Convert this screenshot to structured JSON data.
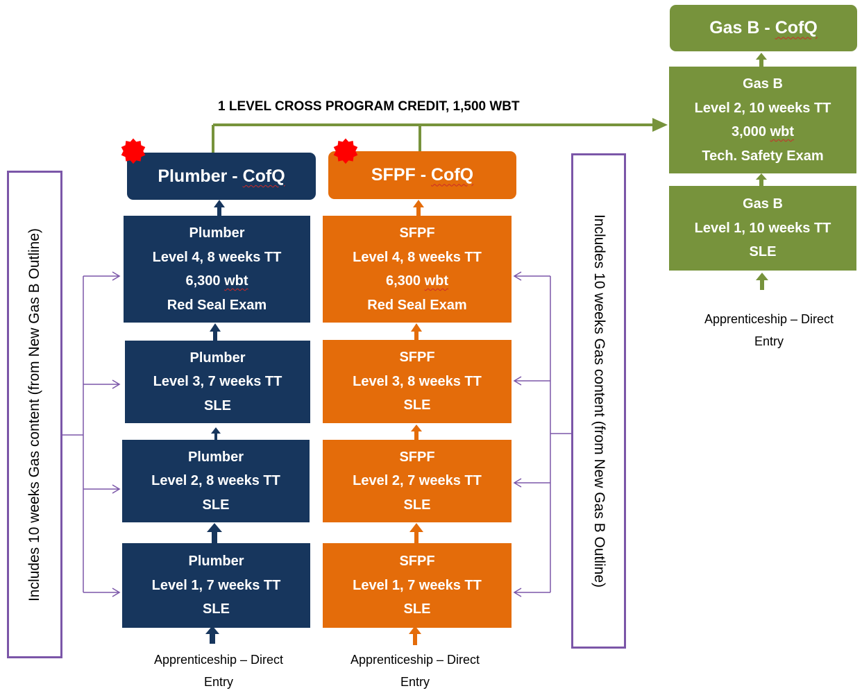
{
  "gas_b": {
    "cofq": {
      "name": "Gas B",
      "suffix": "CofQ"
    },
    "level2": {
      "l1": "Gas B",
      "l2": "Level 2, 10 weeks TT",
      "l3_num": "3,000",
      "l3_unit": "wbt",
      "l4": "Tech. Safety Exam"
    },
    "level1": {
      "l1": "Gas B",
      "l2": "Level 1, 10 weeks TT",
      "l3": "SLE"
    },
    "entry": {
      "l1": "Apprenticeship – Direct",
      "l2": "Entry"
    }
  },
  "cross_credit": "1 LEVEL CROSS PROGRAM CREDIT, 1,500  WBT",
  "plumber": {
    "cofq": {
      "name": "Plumber",
      "suffix": "CofQ"
    },
    "level4": {
      "l1": "Plumber",
      "l2": "Level 4, 8 weeks TT",
      "l3_num": "6,300",
      "l3_unit": "wbt",
      "l4": "Red Seal Exam"
    },
    "level3": {
      "l1": "Plumber",
      "l2": "Level 3, 7 weeks TT",
      "l3": "SLE"
    },
    "level2": {
      "l1": "Plumber",
      "l2": "Level 2, 8 weeks TT",
      "l3": "SLE"
    },
    "level1": {
      "l1": "Plumber",
      "l2": "Level 1, 7 weeks TT",
      "l3": "SLE"
    },
    "entry": {
      "l1": "Apprenticeship – Direct",
      "l2": "Entry"
    }
  },
  "sfpf": {
    "cofq": {
      "name": "SFPF",
      "suffix": "CofQ"
    },
    "level4": {
      "l1": "SFPF",
      "l2": "Level 4, 8 weeks TT",
      "l3_num": "6,300",
      "l3_unit": "wbt",
      "l4": "Red Seal Exam"
    },
    "level3": {
      "l1": "SFPF",
      "l2": "Level 3, 8 weeks TT",
      "l3": "SLE"
    },
    "level2": {
      "l1": "SFPF",
      "l2": "Level 2, 7 weeks TT",
      "l3": "SLE"
    },
    "level1": {
      "l1": "SFPF",
      "l2": "Level 1, 7 weeks TT",
      "l3": "SLE"
    },
    "entry": {
      "l1": "Apprenticeship – Direct",
      "l2": "Entry"
    }
  },
  "side_note_left": "Includes 10 weeks Gas content (from New Gas B Outline)",
  "side_note_right": "Includes 10 weeks Gas content (from New Gas B Outline)",
  "colors": {
    "plumber": "#17365d",
    "sfpf": "#e46c0a",
    "gas_b": "#77933c",
    "bracket": "#7b56a8",
    "burst": "#ff0000"
  }
}
